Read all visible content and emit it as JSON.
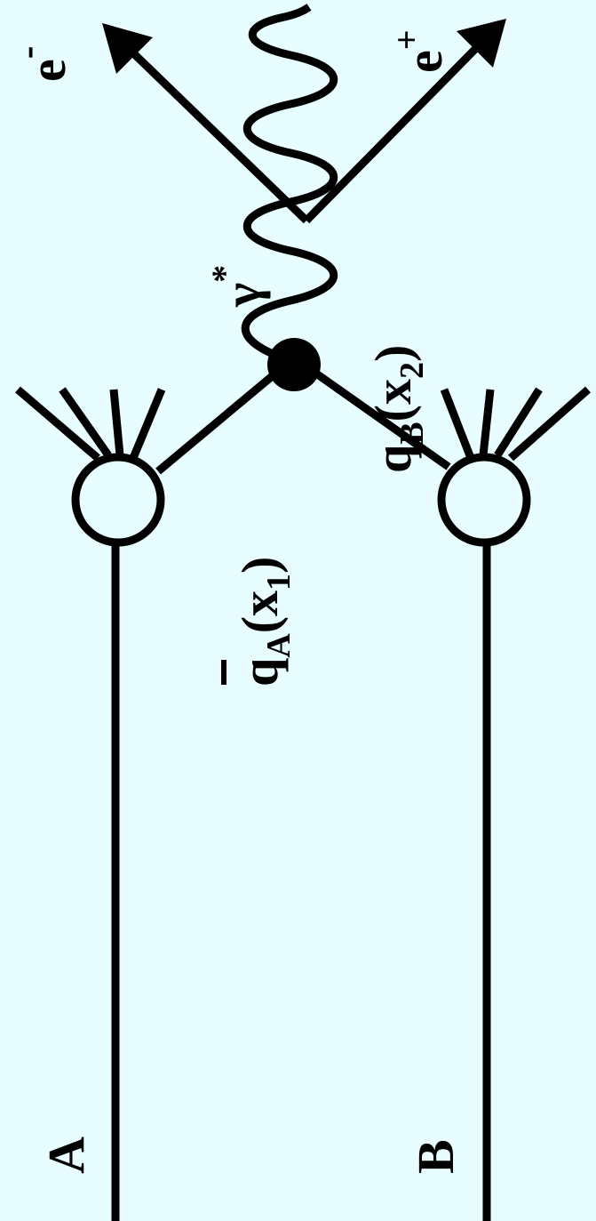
{
  "colors": {
    "background": "#e8fdff",
    "ink": "#000000",
    "vertex_fill": "#000000",
    "hadron_blob_fill": "#e8fdff"
  },
  "particles": {
    "hadron_a": "A",
    "hadron_b": "B",
    "antiquark": {
      "symbol": "q",
      "subscript": "A",
      "argument": "x",
      "argument_index": "1"
    },
    "quark": {
      "symbol": "q",
      "subscript": "B",
      "argument": "x",
      "argument_index": "2"
    },
    "photon": {
      "symbol": "γ",
      "superscript": "*"
    },
    "electron": {
      "symbol": "e",
      "charge": "-"
    },
    "positron": {
      "symbol": "e",
      "charge": "+"
    }
  }
}
